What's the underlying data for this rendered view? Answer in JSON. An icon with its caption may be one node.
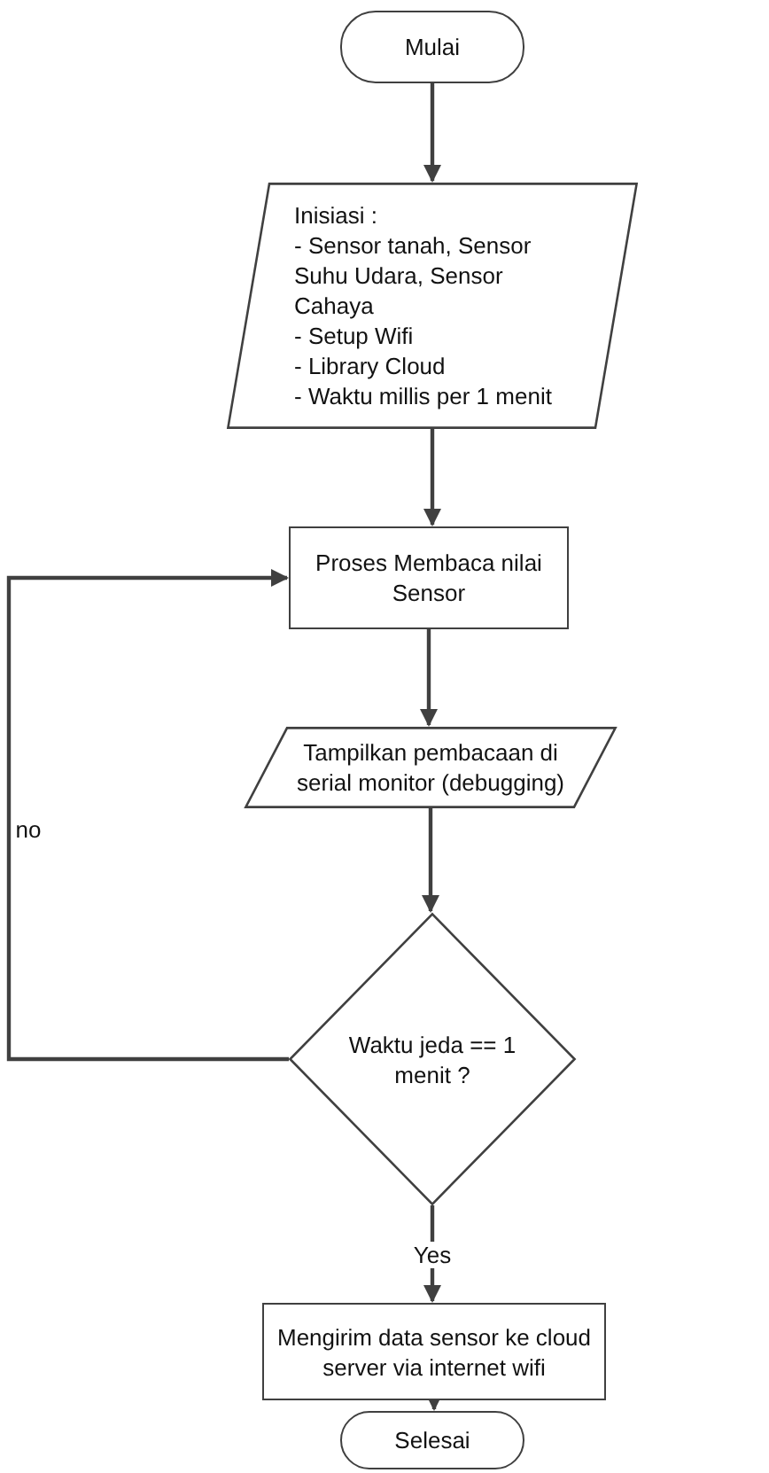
{
  "diagram": {
    "nodes": [
      {
        "text": [
          "Mulai"
        ]
      },
      {
        "text": [
          "Inisiasi :",
          "- Sensor tanah, Sensor Suhu Udara, Sensor Cahaya",
          "- Setup Wifi",
          "- Library Cloud",
          "- Waktu millis per 1 menit"
        ]
      },
      {
        "text": [
          "Proses Membaca nilai Sensor"
        ]
      },
      {
        "text": [
          "Tampilkan pembacaan di serial monitor (debugging)"
        ]
      },
      {
        "text": [
          "Waktu jeda == 1 menit ?"
        ]
      },
      {
        "text": [
          "Mengirim data sensor ke cloud server via internet wifi"
        ]
      },
      {
        "text": [
          "Selesai"
        ]
      }
    ],
    "edges": [
      {
        "from": 0,
        "to": 1,
        "arrow": "to"
      },
      {
        "from": 1,
        "to": 2,
        "arrow": "to"
      },
      {
        "from": 2,
        "to": 3,
        "arrow": "to"
      },
      {
        "from": 3,
        "to": 4,
        "arrow": "to"
      },
      {
        "from": 4,
        "to": 2,
        "arrow": "to",
        "label": "no"
      },
      {
        "from": 4,
        "to": 5,
        "arrow": "to",
        "label": "Yes"
      },
      {
        "from": 5,
        "to": 6,
        "arrow": "to"
      }
    ]
  }
}
